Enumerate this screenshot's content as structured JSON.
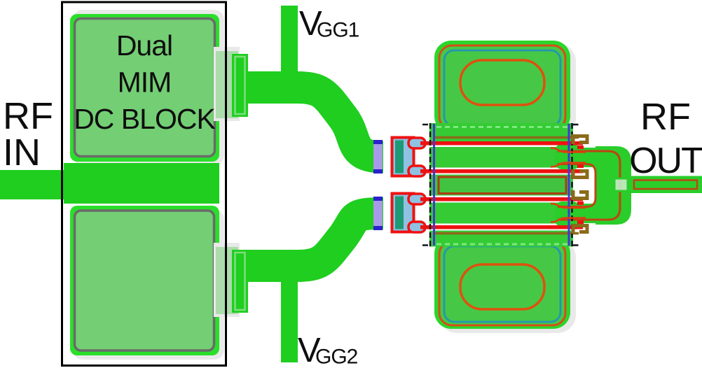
{
  "labels": {
    "rf_in": {
      "line1": "RF",
      "line2": "IN"
    },
    "rf_out": {
      "line1": "RF",
      "line2": "OUT"
    },
    "dc_block": {
      "line1": "Dual",
      "line2": "MIM",
      "line3": "DC BLOCK"
    },
    "vgg1": {
      "main": "V",
      "sub": "GG1"
    },
    "vgg2": {
      "main": "V",
      "sub": "GG2"
    }
  },
  "palette": {
    "metal-green": "#1FCE1F",
    "manifold-green": "#2ACD2A",
    "pad-border-green": "#2BD62B",
    "pad-fill-green": "#46C846",
    "band-green": "#35CB35",
    "band2-green": "#41C341",
    "mim-fill-green": "#74CE74",
    "mim-edge-green": "#2ADF2A",
    "pale-green": "#9BD89B",
    "inner-edge-green": "#7FDE7F",
    "dash-green": "#7FE87F",
    "shadow-gray": "#E9E9E9",
    "border-gray": "#6A6A6A",
    "red": "#EE1111",
    "ring-orange": "#D54E18",
    "stadium-orange": "#E0500E",
    "maroon": "#BE4512",
    "drain-outline": "#A84010",
    "teal-ring": "#2596AE",
    "teal-bar": "#1E9977",
    "light-blue": "#8FC2E2",
    "lavender": "#A79BE8",
    "blue-tick": "#2B22CC",
    "blue-violet": "#4038D8",
    "brown": "#8B6A1A",
    "ink": "#0E0E0E"
  }
}
